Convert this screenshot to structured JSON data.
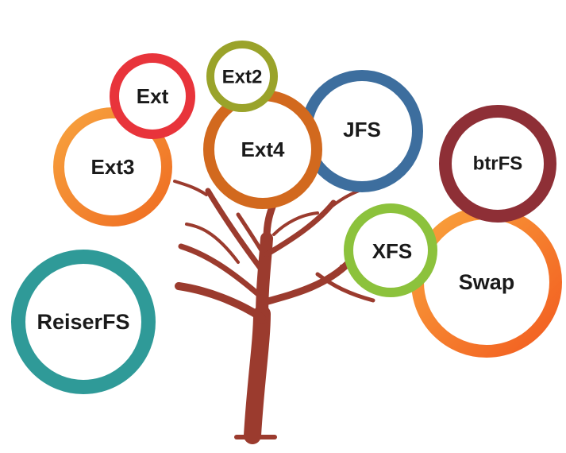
{
  "diagram": {
    "nodes": [
      {
        "id": "ext",
        "label": "Ext",
        "ring_color": "#e8343b"
      },
      {
        "id": "ext2",
        "label": "Ext2",
        "ring_color": "#9aa32a"
      },
      {
        "id": "ext3",
        "label": "Ext3",
        "ring_color": "#f08a2c"
      },
      {
        "id": "ext4",
        "label": "Ext4",
        "ring_color": "#d2691e"
      },
      {
        "id": "jfs",
        "label": "JFS",
        "ring_color": "#3d6e9e"
      },
      {
        "id": "btrfs",
        "label": "btrFS",
        "ring_color": "#8e2f36"
      },
      {
        "id": "xfs",
        "label": "XFS",
        "ring_color": "#8cc23c"
      },
      {
        "id": "swap",
        "label": "Swap",
        "ring_color": "#f47b2a"
      },
      {
        "id": "reiserfs",
        "label": "ReiserFS",
        "ring_color": "#2f9a98"
      }
    ],
    "trunk_color": "#9b3b2e"
  }
}
